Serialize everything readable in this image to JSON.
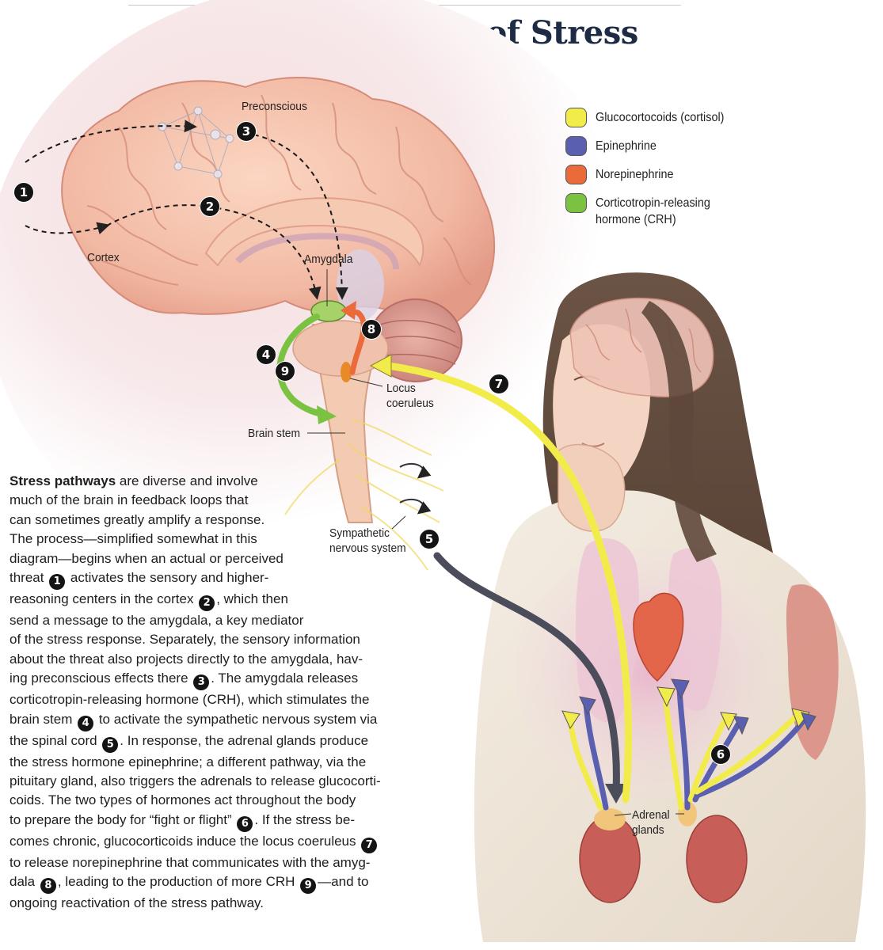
{
  "title": "Vicious Cycle of Stress",
  "colors": {
    "glucocorticoids": "#f2ec4a",
    "epinephrine": "#5a5fb0",
    "norepinephrine": "#ea6a3a",
    "crh": "#7cc242",
    "nerve": "#4b4d5a"
  },
  "legend": [
    {
      "label": "Glucocortocoids (cortisol)",
      "color": "#f2ec4a"
    },
    {
      "label": "Epinephrine",
      "color": "#5a5fb0"
    },
    {
      "label": "Norepinephrine",
      "color": "#ea6a3a"
    },
    {
      "label": "Corticotropin-releasing hormone (CRH)",
      "color": "#7cc242"
    }
  ],
  "labels": {
    "preconscious": "Preconscious",
    "cortex": "Cortex",
    "amygdala": "Amygdala",
    "locus": "Locus coeruleus",
    "brainstem": "Brain stem",
    "sympathetic": "Sympathetic nervous system",
    "adrenal": "Adrenal glands"
  },
  "markers": {
    "m1": "1",
    "m2": "2",
    "m3": "3",
    "m4": "4",
    "m5": "5",
    "m6": "6",
    "m7": "7",
    "m8": "8",
    "m9": "9"
  },
  "paragraph": {
    "l1_bold": "Stress pathways",
    "l1": " are diverse and involve",
    "l2": "much of the brain in feedback loops that",
    "l3": "can sometimes greatly amplify a response.",
    "l4": "The process—simplified somewhat in this",
    "l5": "diagram—begins when an actual or perceived",
    "l6a": "threat ",
    "l6b": " activates the sensory and higher-",
    "l7a": "reasoning centers in the cortex ",
    "l7b": ", which then",
    "l8": "send a message to the amygdala, a key mediator",
    "l9": "of the stress response. Separately, the sensory information",
    "l10": "about the threat also projects directly to the amygdala, hav-",
    "l11a": "ing preconscious effects there ",
    "l11b": ". The amygdala releases",
    "l12": "corticotropin-releasing hormone (CRH), which stimulates the",
    "l13a": "brain stem ",
    "l13b": " to activate the sympathetic nervous system via",
    "l14a": "the spinal cord ",
    "l14b": ". In response, the adrenal glands produce",
    "l15": "the stress hormone epinephrine; a different pathway, via the",
    "l16": "pituitary gland, also triggers the adrenals to release glucocorti-",
    "l17": "coids. The two types of hormones act throughout the body",
    "l18a": "to prepare the body for “fight or flight” ",
    "l18b": ". If the stress be-",
    "l19a": "comes chronic, glucocorticoids induce the locus coeruleus ",
    "l20": "to release norepinephrine that communicates with the amyg-",
    "l21a": "dala ",
    "l21b": ", leading to the production of more CRH ",
    "l21c": "—and to",
    "l22": "ongoing reactivation of the stress pathway."
  }
}
